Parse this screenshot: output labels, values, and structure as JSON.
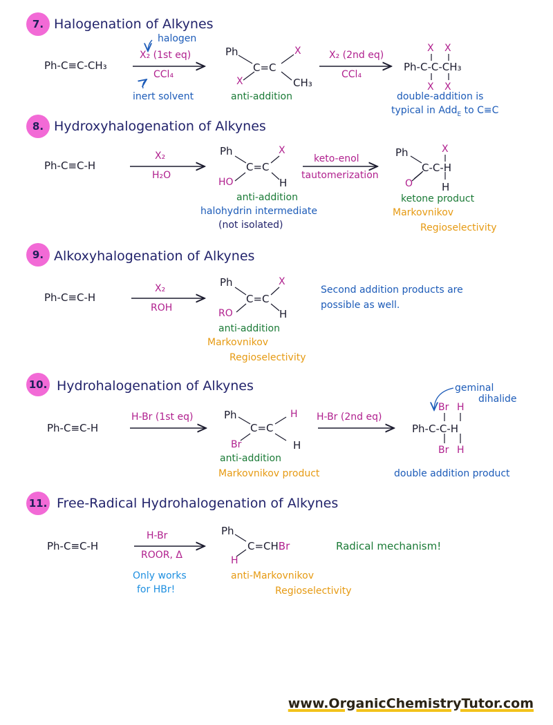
{
  "s7": {
    "num": "7.",
    "title": "Halogenation of Alkynes",
    "reactant": "Ph-C≡C-CH₃",
    "halogen": "halogen",
    "reagent1": "X₂ (1st eq)",
    "solvent": "CCl₄",
    "inert": "inert solvent",
    "mid_ph": "Ph",
    "mid_x": "X",
    "mid_cc": "C=C",
    "mid_ch3": "CH₃",
    "anti": "anti-addition",
    "reagent2": "X₂ (2nd eq)",
    "solvent2": "CCl₄",
    "prod_x": "X",
    "prod": "Ph-C-C-CH₃",
    "note1": "double-addition is",
    "note2": "typical in Add",
    "note2_sub": "E",
    "note2_end": "to C≡C"
  },
  "s8": {
    "num": "8.",
    "title": "Hydroxyhalogenation of Alkynes",
    "reactant": "Ph-C≡C-H",
    "reagent_top": "X₂",
    "reagent_bot": "H₂O",
    "ph": "Ph",
    "x": "X",
    "cc": "C=C",
    "ho": "HO",
    "h": "H",
    "anti": "anti-addition",
    "halohydrin": "halohydrin intermediate",
    "not_isolated": "(not isolated)",
    "keto": "keto-enol",
    "taut": "tautomerization",
    "prod_ph": "Ph",
    "prod_x": "X",
    "prod_o": "O",
    "prod": "C-C-H",
    "prod_h": "H",
    "ketone": "ketone product",
    "markov": "Markovnikov",
    "regio": "Regioselectivity"
  },
  "s9": {
    "num": "9.",
    "title": "Alkoxyhalogenation of Alkynes",
    "reactant": "Ph-C≡C-H",
    "reagent_top": "X₂",
    "reagent_bot": "ROH",
    "ph": "Ph",
    "x": "X",
    "cc": "C=C",
    "ro": "RO",
    "h": "H",
    "anti": "anti-addition",
    "markov": "Markovnikov",
    "regio": "Regioselectivity",
    "note1": "Second addition products are",
    "note2": "possible as well."
  },
  "s10": {
    "num": "10.",
    "title": "Hydrohalogenation of Alkynes",
    "reactant": "Ph-C≡C-H",
    "reagent1": "H-Br (1st eq)",
    "ph": "Ph",
    "h1": "H",
    "cc": "C=C",
    "br": "Br",
    "h2": "H",
    "anti": "anti-addition",
    "markov": "Markovnikov product",
    "reagent2": "H-Br (2nd eq)",
    "geminal": "geminal",
    "dihalide": "dihalide",
    "br_top": "Br",
    "h_top": "H",
    "prod": "Ph-C-C-H",
    "br_bot": "Br",
    "h_bot": "H",
    "double": "double addition product"
  },
  "s11": {
    "num": "11.",
    "title": "Free-Radical Hydrohalogenation of Alkynes",
    "reactant": "Ph-C≡C-H",
    "reagent_top": "H-Br",
    "reagent_bot": "ROOR, Δ",
    "only1": "Only works",
    "only2": "for HBr!",
    "ph": "Ph",
    "prod": "C=CH",
    "br": "Br",
    "h": "H",
    "anti": "anti-Markovnikov",
    "regio": "Regioselectivity",
    "radical": "Radical mechanism!"
  },
  "watermark": "www.OrganicChemistryTutor.com",
  "colors": {
    "badge": "#f26ad6",
    "title": "#22236b",
    "reagent": "#b0208e",
    "green": "#1a7a36",
    "orange": "#e69a12",
    "blue": "#1c5bb8",
    "light_blue": "#1e8fe0",
    "watermark_underline": "#f2c21b"
  }
}
